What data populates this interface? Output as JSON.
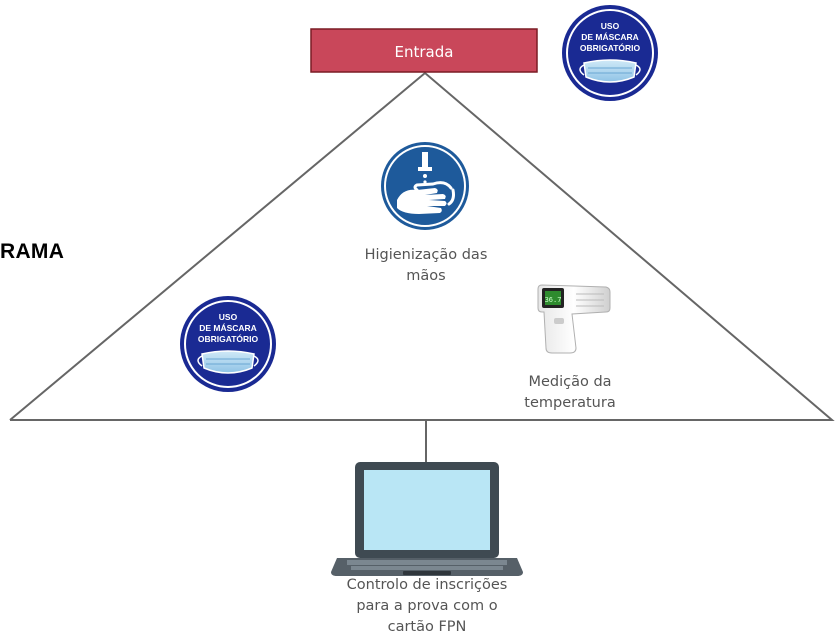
{
  "entrance": {
    "label": "Entrada"
  },
  "left_label": "RAMA",
  "mask_sign": {
    "line1": "USO",
    "line2": "DE MÁSCARA",
    "line3": "OBRIGATÓRIO",
    "icon": "face-mask-icon"
  },
  "stations": {
    "hand_hygiene": {
      "line1": "Higienização das",
      "line2": "mãos",
      "icon": "hand-wash-icon"
    },
    "temperature": {
      "line1": "Medição da",
      "line2": "temperatura",
      "icon": "infrared-thermometer-icon"
    },
    "registration": {
      "line1": "Controlo de inscrições",
      "line2": "para a prova com o",
      "line3": "cartão FPN",
      "icon": "laptop-icon"
    }
  },
  "colors": {
    "entrance_fill": "#c9475a",
    "entrance_border": "#7a1c24",
    "sign_blue": "#1a2a93",
    "hand_blue": "#1e5a9b",
    "line": "#666666"
  }
}
